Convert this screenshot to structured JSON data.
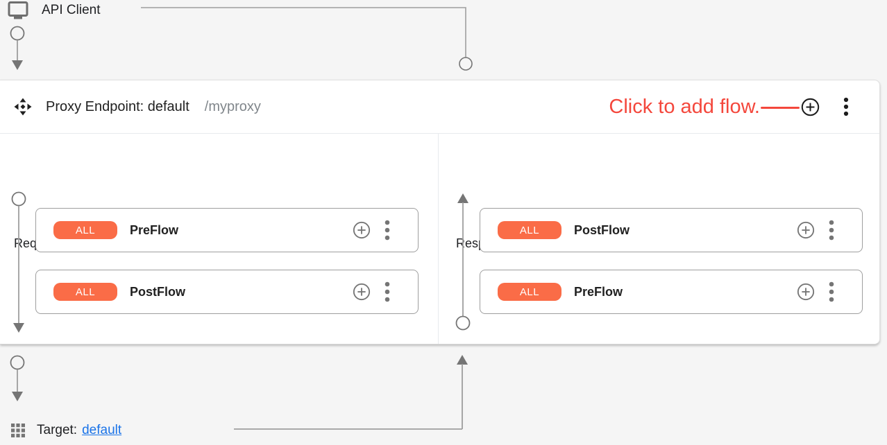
{
  "api_client": {
    "label": "API Client"
  },
  "proxy_endpoint": {
    "title": "Proxy Endpoint: default",
    "basepath": "/myproxy",
    "annotation": "Click to add flow.",
    "request": {
      "label": "Request",
      "flows": [
        {
          "condition": "ALL",
          "name": "PreFlow"
        },
        {
          "condition": "ALL",
          "name": "PostFlow"
        }
      ]
    },
    "response": {
      "label": "Response",
      "flows": [
        {
          "condition": "ALL",
          "name": "PostFlow"
        },
        {
          "condition": "ALL",
          "name": "PreFlow"
        }
      ]
    }
  },
  "target": {
    "label": "Target:",
    "link": "default"
  },
  "icons": {
    "api_client": "monitor-icon",
    "proxy_endpoint": "move-arrows-icon",
    "add": "plus-circle-icon",
    "menu": "kebab-menu-icon",
    "target": "grid-icon"
  },
  "colors": {
    "badge": "#FA6C47",
    "annotation": "#F4473C",
    "link": "#1A73E8",
    "connector": "#9E9E9E",
    "icon_gray": "#757575"
  }
}
